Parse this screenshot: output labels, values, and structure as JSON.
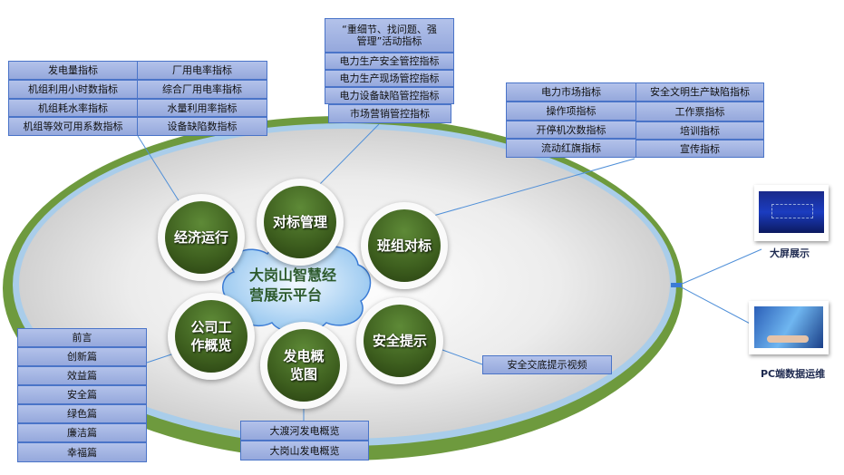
{
  "center": {
    "title_line1": "大岗山智慧经",
    "title_line2": "营展示平台"
  },
  "modules": [
    {
      "id": "economy",
      "line1": "经济运行",
      "line2": ""
    },
    {
      "id": "benchmark",
      "line1": "对标管理",
      "line2": ""
    },
    {
      "id": "team",
      "line1": "班组对标",
      "line2": ""
    },
    {
      "id": "overview",
      "line1": "公司工",
      "line2": "作概览"
    },
    {
      "id": "power",
      "line1": "发电概",
      "line2": "览图"
    },
    {
      "id": "safety",
      "line1": "安全提示",
      "line2": ""
    }
  ],
  "economy_table": {
    "left": [
      "发电量指标",
      "机组利用小时数指标",
      "机组耗水率指标",
      "机组等效可用系数指标"
    ],
    "right": [
      "厂用电率指标",
      "综合厂用电率指标",
      "水量利用率指标",
      "设备缺陷数指标"
    ]
  },
  "benchmark_table": {
    "header_line1": "“重细节、找问题、强",
    "header_line2": "管理”活动指标",
    "rows": [
      "电力生产安全管控指标",
      "电力生产现场管控指标",
      "电力设备缺陷管控指标",
      "市场营销管控指标"
    ]
  },
  "team_table": {
    "left": [
      "电力市场指标",
      "操作项指标",
      "开停机次数指标",
      "流动红旗指标"
    ],
    "right": [
      "安全文明生产缺陷指标",
      "工作票指标",
      "培训指标",
      "宣传指标"
    ]
  },
  "overview_list": [
    "前言",
    "创新篇",
    "效益篇",
    "安全篇",
    "绿色篇",
    "廉洁篇",
    "幸福篇"
  ],
  "safety_item": "安全交底提示视频",
  "power_list": [
    "大渡河发电概览",
    "大岗山发电概览"
  ],
  "outputs": {
    "big_screen": "大屏展示",
    "pc": "PC端数据运维"
  },
  "colors": {
    "ring_green": "#6e9a3e",
    "ring_blue": "#a9cdea",
    "cell_fill": "#a3b4e3",
    "cell_border": "#4a74c8",
    "module_green": "#3d5e1e"
  }
}
